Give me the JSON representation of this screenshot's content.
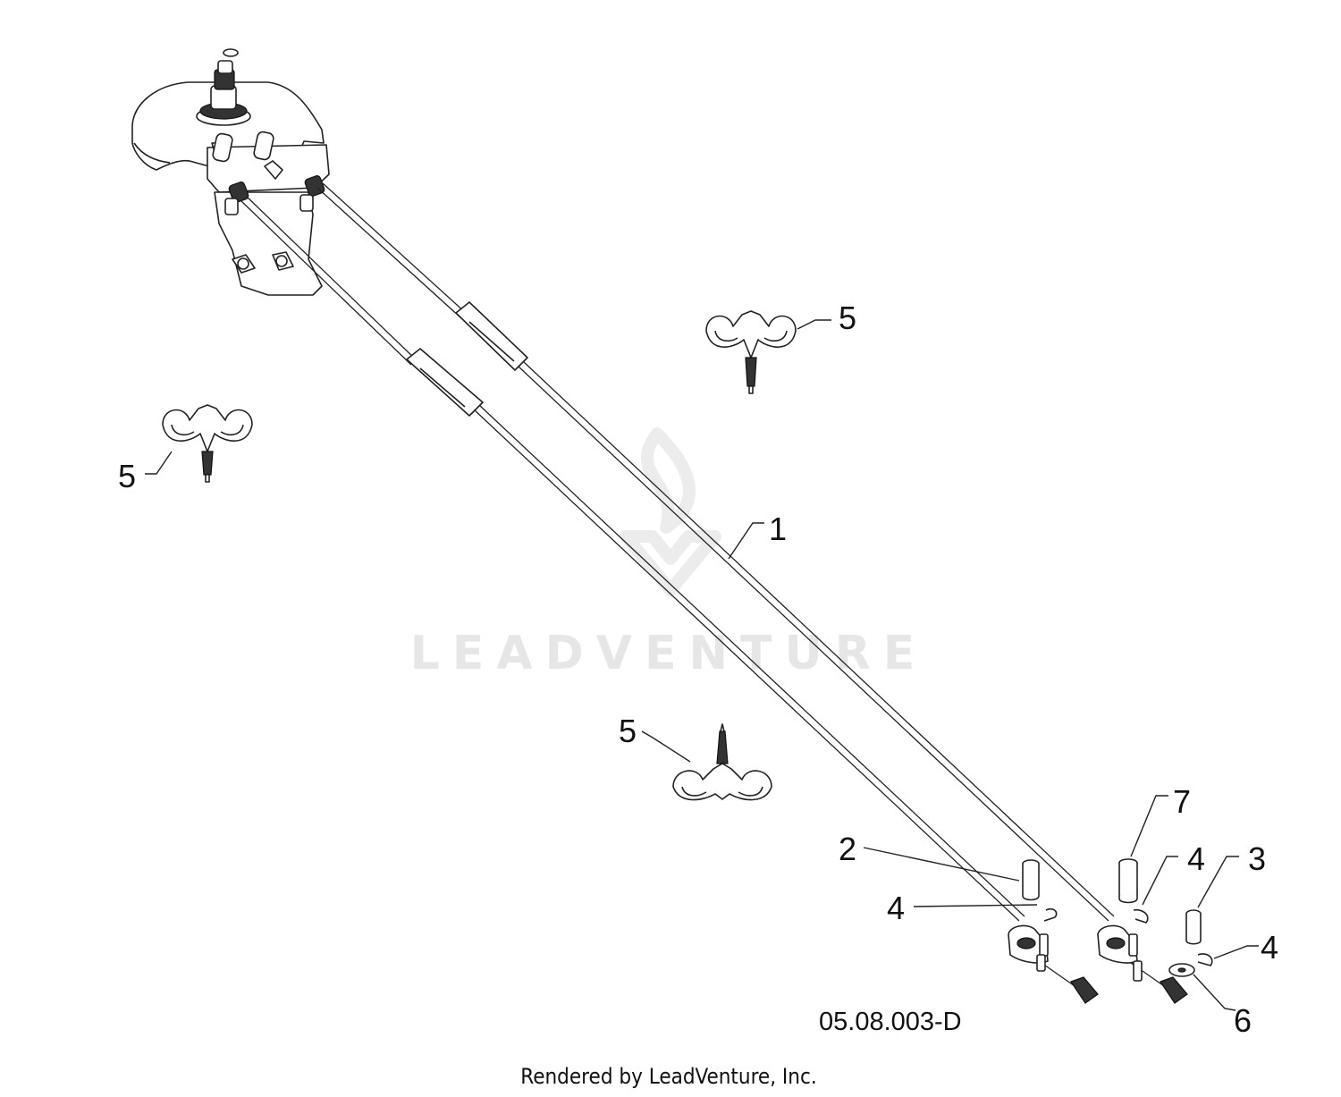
{
  "watermark": {
    "text": "LEADVENTURE"
  },
  "drawing_code": "05.08.003-D",
  "footer": "Rendered by LeadVenture, Inc.",
  "callouts": [
    {
      "id": "c1",
      "label": "1"
    },
    {
      "id": "c2",
      "label": "2"
    },
    {
      "id": "c3",
      "label": "3"
    },
    {
      "id": "c4a",
      "label": "4"
    },
    {
      "id": "c4b",
      "label": "4"
    },
    {
      "id": "c5a",
      "label": "5"
    },
    {
      "id": "c5b",
      "label": "5"
    },
    {
      "id": "c5c",
      "label": "5"
    },
    {
      "id": "c6",
      "label": "6"
    },
    {
      "id": "c7",
      "label": "7"
    }
  ]
}
